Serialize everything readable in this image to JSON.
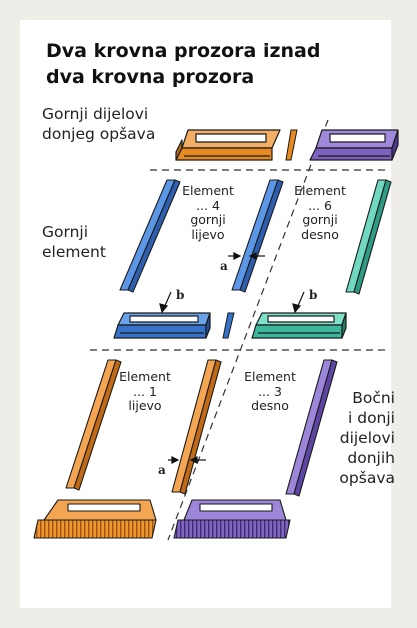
{
  "title_line1": "Dva krovna prozora iznad",
  "title_line2": "dva krovna prozora",
  "labels": {
    "top_parts_line1": "Gornji dijelovi",
    "top_parts_line2": "donjeg opšava",
    "top_element_line1": "Gornji",
    "top_element_line2": "element",
    "side_line1": "Bočni",
    "side_line2": "i donji",
    "side_line3": "dijelovi",
    "side_line4": "donjih",
    "side_line5": "opšava"
  },
  "elements": {
    "el4": [
      "Element",
      "... 4",
      "gornji",
      "lijevo"
    ],
    "el6": [
      "Element",
      "... 6",
      "gornji",
      "desno"
    ],
    "el1": [
      "Element",
      "... 1",
      "lijevo"
    ],
    "el3": [
      "Element",
      "... 3",
      "desno"
    ]
  },
  "markers": {
    "a": "a",
    "b": "b"
  },
  "colors": {
    "orange": "#f0962f",
    "purple": "#8066c0",
    "blue": "#3f7ed6",
    "teal": "#52c6ad"
  }
}
